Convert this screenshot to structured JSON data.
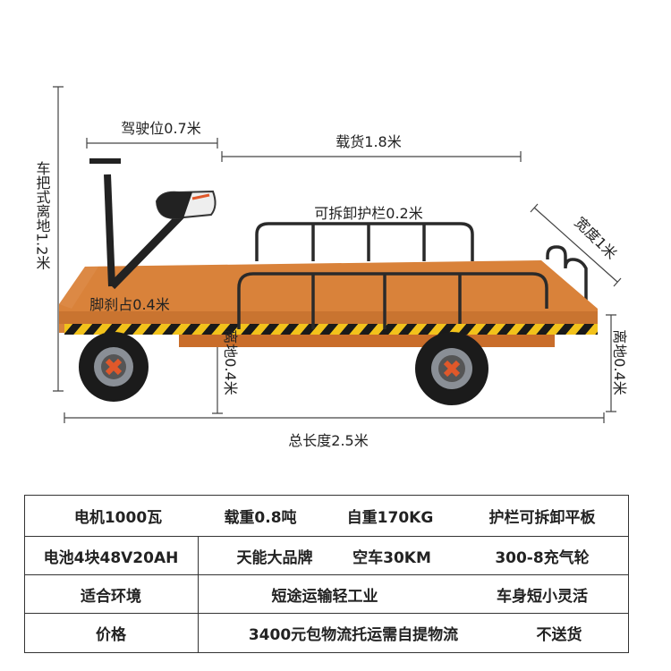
{
  "diagram": {
    "driver_seat": "驾驶位0.7米",
    "cargo_length": "载货1.8米",
    "handlebar_height": "车把式离地1.2米",
    "removable_rail": "可拆卸护栏0.2米",
    "width": "宽度1米",
    "foot_brake": "脚刹占0.4米",
    "ground_clearance_front": "离地0.4米",
    "ground_clearance_rear": "离地0.4米",
    "total_length": "总长度2.5米"
  },
  "colors": {
    "platform": "#d9823a",
    "stripe_yellow": "#f2c21b",
    "stripe_black": "#1a1a1a",
    "hub": "#e0582a"
  },
  "spec_table": {
    "rows": [
      [
        "电机1000瓦",
        "载重0.8吨",
        "自重170KG",
        "护栏可拆卸平板"
      ],
      [
        "电池4块48V20AH",
        "天能大品牌",
        "空车30KM",
        "300-8充气轮"
      ],
      [
        "适合环境",
        "短途运输轻工业",
        "车身短小灵活"
      ],
      [
        "价格",
        "3400元包物流托运需自提物流",
        "不送货"
      ]
    ]
  }
}
